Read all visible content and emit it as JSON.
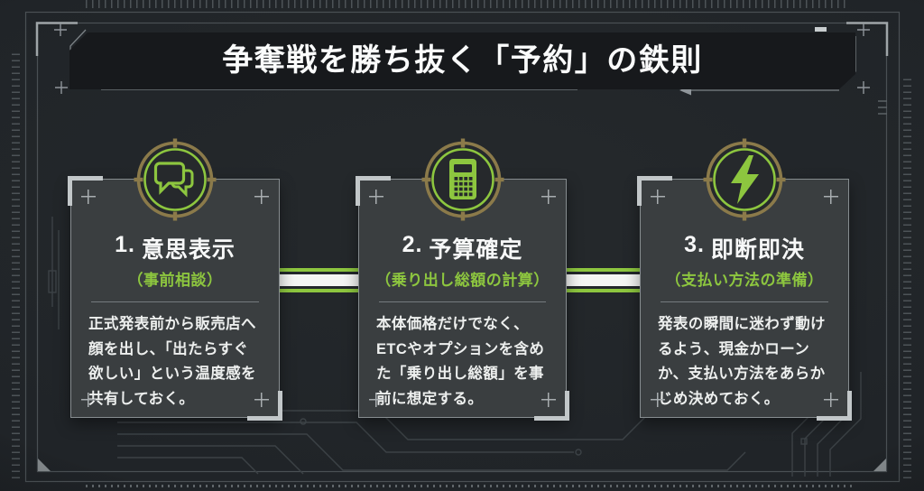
{
  "header": {
    "title": "争奪戦を勝ち抜く「予約」の鉄則"
  },
  "colors": {
    "background": "#212528",
    "title_band": "#17191c",
    "card_background": "#3a3e40",
    "accent_green": "#8dc63f",
    "ring_gold": "#8b7a4a",
    "connector_white": "#f4f5f3",
    "text_white": "#f7f8f8"
  },
  "steps": [
    {
      "icon": "chat-icon",
      "number": "1.",
      "name": "意思表示",
      "subtitle": "（事前相談）",
      "body": "正式発表前から販売店へ顔を出し、「出たらすぐ欲しい」という温度感を共有しておく。"
    },
    {
      "icon": "calculator-icon",
      "number": "2.",
      "name": "予算確定",
      "subtitle": "（乗り出し総額の計算）",
      "body": "本体価格だけでなく、ETCやオプションを含めた「乗り出し総額」を事前に想定する。"
    },
    {
      "icon": "lightning-icon",
      "number": "3.",
      "name": "即断即決",
      "subtitle": "（支払い方法の準備）",
      "body": "発表の瞬間に迷わず動けるよう、現金かローンか、支払い方法をあらかじめ決めておく。"
    }
  ]
}
